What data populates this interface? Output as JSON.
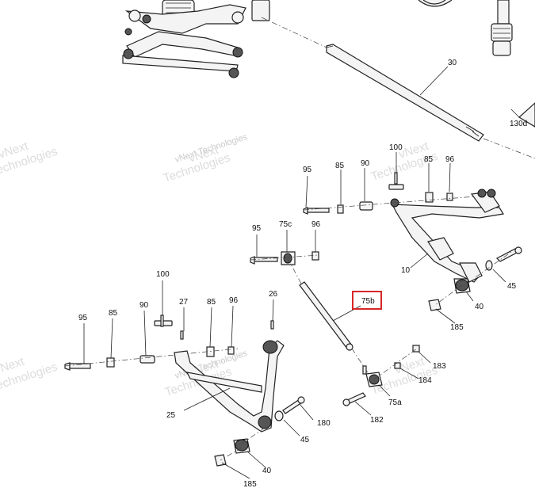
{
  "callouts": {
    "c30": "30",
    "c130d": "130d",
    "c100_top": "100",
    "c95_top": "95",
    "c85_top": "85",
    "c90_top": "90",
    "c85_top_b": "85",
    "c96_top": "96",
    "c10": "10",
    "c45_right": "45",
    "c40_right": "40",
    "c185_right": "185",
    "c95_mid": "95",
    "c75c": "75c",
    "c96_mid": "96",
    "c100_left": "100",
    "c27": "27",
    "c26": "26",
    "c95_left": "95",
    "c85_left": "85",
    "c90_left": "90",
    "c85_left_b": "85",
    "c96_left": "96",
    "c25": "25",
    "c75b": "75b",
    "c183": "183",
    "c184": "184",
    "c75a": "75a",
    "c182": "182",
    "c180": "180",
    "c45_bottom": "45",
    "c40_bottom": "40",
    "c185_bottom": "185"
  },
  "watermark": {
    "line1": "vNext",
    "line2": "Technologies",
    "combined": "vNext Technologies"
  },
  "highlight": {
    "target": "75b",
    "color": "#d62828"
  }
}
